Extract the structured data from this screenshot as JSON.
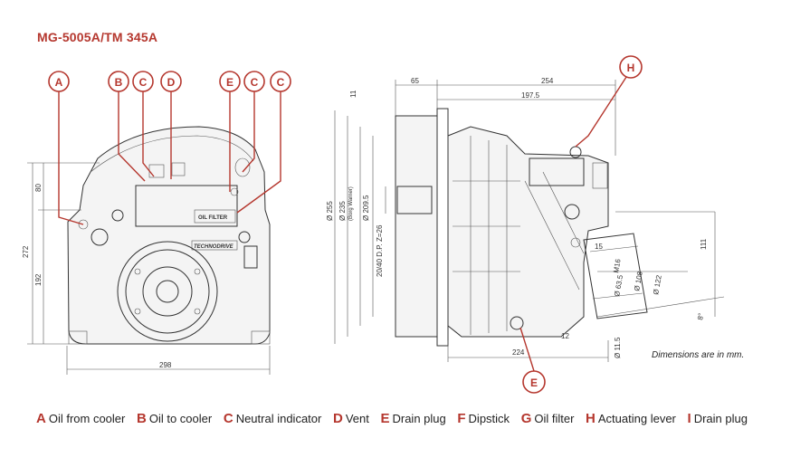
{
  "title": "MG-5005A/TM 345A",
  "note": "Dimensions are in mm.",
  "front_view": {
    "dimensions": {
      "height_total": "272",
      "height_upper": "80",
      "height_lower": "192",
      "width": "298"
    },
    "plate_text": "OIL FILTER",
    "brand_text": "TECHNODRIVE"
  },
  "side_view": {
    "dimensions": {
      "top_65": "65",
      "top_254": "254",
      "top_197_5": "197.5",
      "v_11": "11",
      "d_255": "Ø 255",
      "d_235": "Ø 235",
      "d_235_note": "(Borg Warner)",
      "d_209_5": "Ø 209.5",
      "spline": "20/40 D.P. Z=26",
      "bottom_224": "224",
      "r_111": "111",
      "d_122": "Ø 122",
      "d_108": "Ø 108",
      "d_63_5": "Ø 63.5",
      "m_16": "M16",
      "d_11_5": "Ø 11.5",
      "v_12": "12",
      "v_15": "15",
      "angle": "8°"
    }
  },
  "callouts": [
    {
      "letter": "A"
    },
    {
      "letter": "B"
    },
    {
      "letter": "C"
    },
    {
      "letter": "D"
    },
    {
      "letter": "E"
    },
    {
      "letter": "C"
    },
    {
      "letter": "C"
    },
    {
      "letter": "H"
    },
    {
      "letter": "E"
    }
  ],
  "legend": [
    {
      "letter": "A",
      "label": "Oil from cooler"
    },
    {
      "letter": "B",
      "label": "Oil to cooler"
    },
    {
      "letter": "C",
      "label": "Neutral indicator"
    },
    {
      "letter": "D",
      "label": "Vent"
    },
    {
      "letter": "E",
      "label": "Drain plug"
    },
    {
      "letter": "F",
      "label": "Dipstick"
    },
    {
      "letter": "G",
      "label": "Oil filter"
    },
    {
      "letter": "H",
      "label": "Actuating lever"
    },
    {
      "letter": "I",
      "label": "Drain plug"
    }
  ],
  "colors": {
    "accent": "#b5372e",
    "line": "#333333"
  }
}
